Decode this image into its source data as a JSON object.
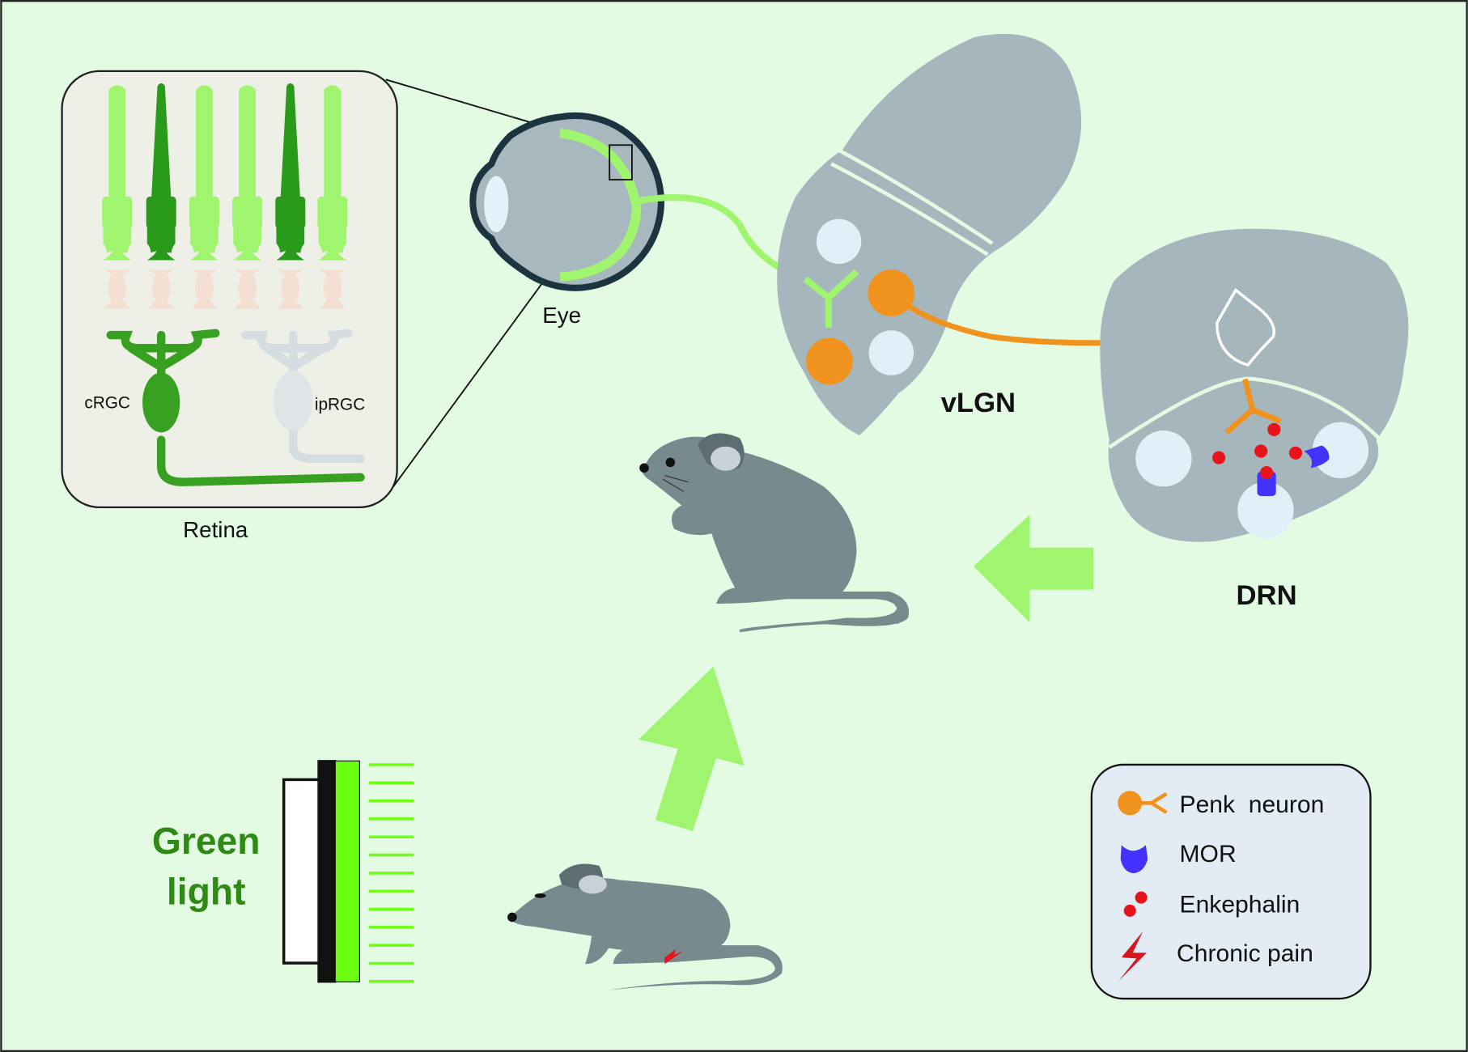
{
  "figure": {
    "background": "#e3fbe2",
    "labels": {
      "retina": "Retina",
      "crgc": "cRGC",
      "iprgc": "ipRGC",
      "eye": "Eye",
      "vlgn": "vLGN",
      "drn": "DRN",
      "green_light_line1": "Green",
      "green_light_line2": "light"
    },
    "legend": {
      "items": [
        {
          "icon": "penk-neuron-icon",
          "label": "Penk  neuron",
          "color": "#f0931e"
        },
        {
          "icon": "mor-icon",
          "label": "MOR",
          "color": "#4433ff"
        },
        {
          "icon": "enkephalin-icon",
          "label": "Enkephalin",
          "color": "#e8141c"
        },
        {
          "icon": "chronic-pain-icon",
          "label": "Chronic pain",
          "color": "#d8141c"
        }
      ]
    },
    "colors": {
      "light_green": "#a0f56e",
      "dark_green": "#2a9a1a",
      "orange": "#f0931e",
      "brain_gray": "#a6b6bd",
      "nucleus": "#e0f0f8",
      "mouse": "#778a8e",
      "label_green": "#2e8a14"
    }
  }
}
